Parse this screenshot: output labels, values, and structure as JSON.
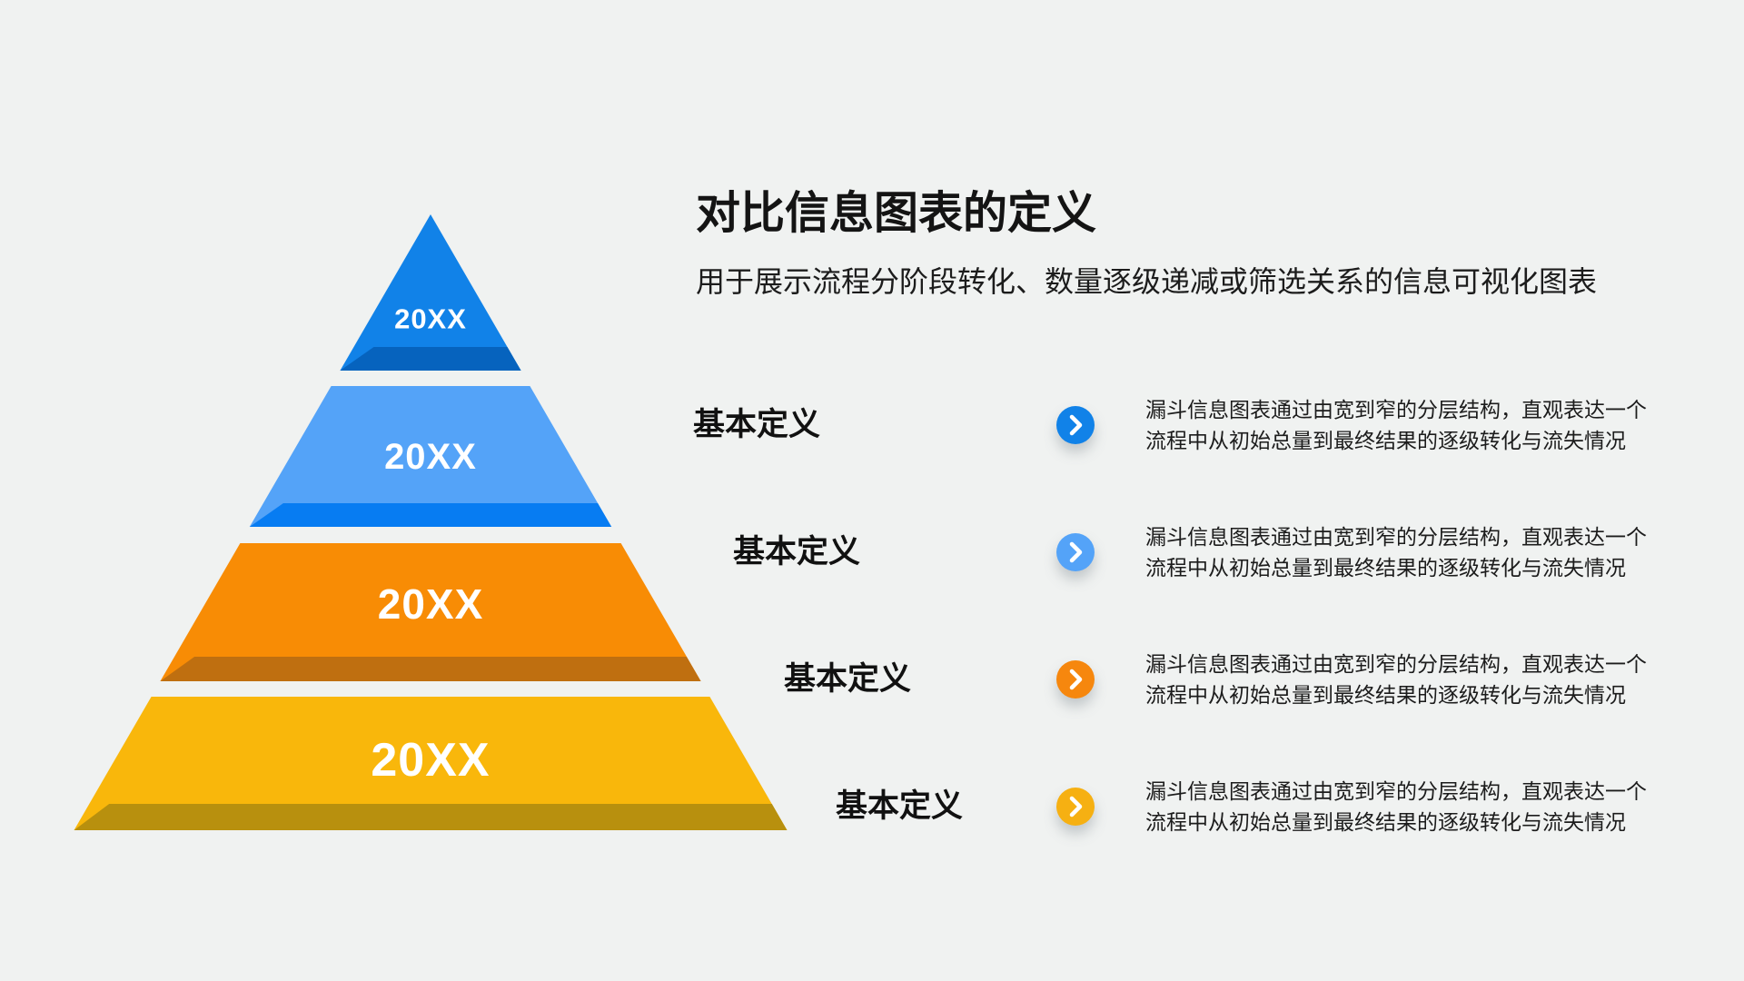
{
  "background_color": "#f0f2f1",
  "header": {
    "title": "对比信息图表的定义",
    "subtitle": "用于展示流程分阶段转化、数量逐级递减或筛选关系的信息可视化图表"
  },
  "pyramid": {
    "layers": [
      {
        "label": "20XX",
        "color": "#1182e8",
        "band_color": "#0663be"
      },
      {
        "label": "20XX",
        "color": "#54a3f8",
        "band_color": "#077cf2"
      },
      {
        "label": "20XX",
        "color": "#f88c05",
        "band_color": "#bf6f10"
      },
      {
        "label": "20XX",
        "color": "#f9b70b",
        "band_color": "#b8900e"
      }
    ]
  },
  "rows": [
    {
      "label": "基本定义",
      "icon": "chevron-right",
      "accent": "#1182e8",
      "desc_line1": "漏斗信息图表通过由宽到窄的分层结构，直观表达一个",
      "desc_line2": "流程中从初始总量到最终结果的逐级转化与流失情况"
    },
    {
      "label": "基本定义",
      "icon": "chevron-right",
      "accent": "#54a3f8",
      "desc_line1": "漏斗信息图表通过由宽到窄的分层结构，直观表达一个",
      "desc_line2": "流程中从初始总量到最终结果的逐级转化与流失情况"
    },
    {
      "label": "基本定义",
      "icon": "chevron-right",
      "accent": "#f6870e",
      "desc_line1": "漏斗信息图表通过由宽到窄的分层结构，直观表达一个",
      "desc_line2": "流程中从初始总量到最终结果的逐级转化与流失情况"
    },
    {
      "label": "基本定义",
      "icon": "chevron-right",
      "accent": "#f6b012",
      "desc_line1": "漏斗信息图表通过由宽到窄的分层结构，直观表达一个",
      "desc_line2": "流程中从初始总量到最终结果的逐级转化与流失情况"
    }
  ]
}
